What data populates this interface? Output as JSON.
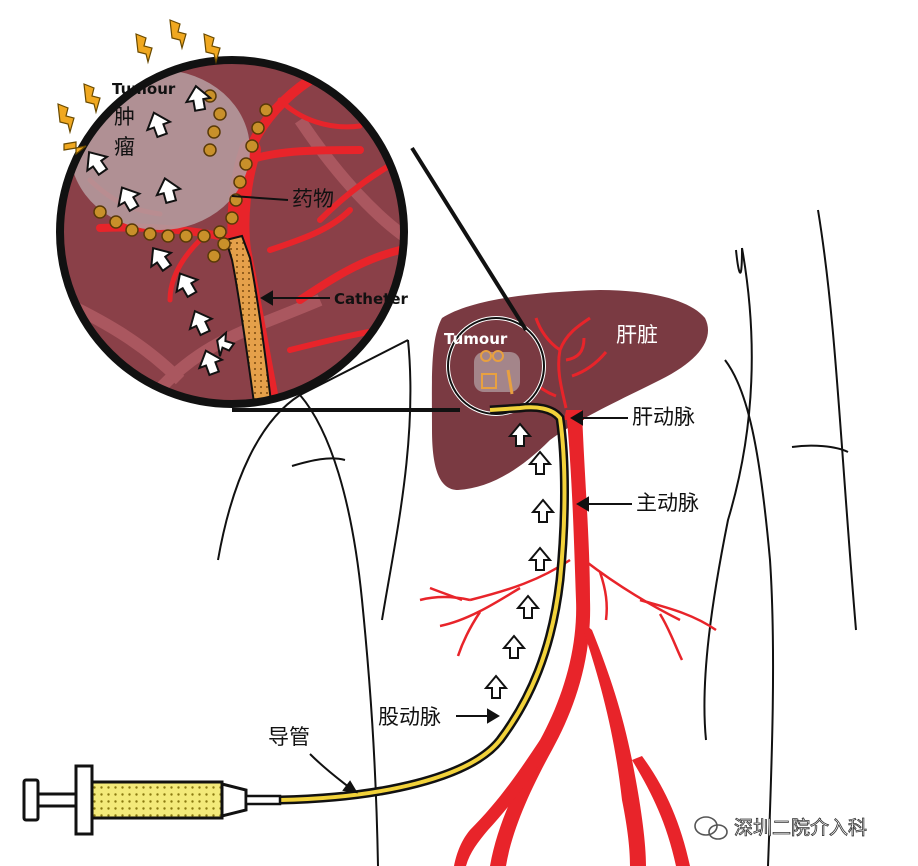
{
  "colors": {
    "liver": "#7a3a42",
    "liver_dark": "#6e3038",
    "artery": "#e8242a",
    "catheter_yellow": "#f2d23a",
    "drug_bead": "#c8902a",
    "outline": "#111111"
  },
  "labels": {
    "tumour_zoom": "Tumour",
    "tumour_zoom_cn_1": "肿",
    "tumour_zoom_cn_2": "瘤",
    "drug": "药物",
    "catheter_en": "Catheter",
    "tumour_liver": "Tumour",
    "liver": "肝脏",
    "hepatic_artery": "肝动脉",
    "aorta": "主动脉",
    "femoral_artery": "股动脉",
    "catheter_cn": "导管"
  },
  "watermark": "深圳二院介入科",
  "icons": [
    "syringe-icon",
    "lightning-icon",
    "arrow-icon",
    "wechat-icon"
  ]
}
